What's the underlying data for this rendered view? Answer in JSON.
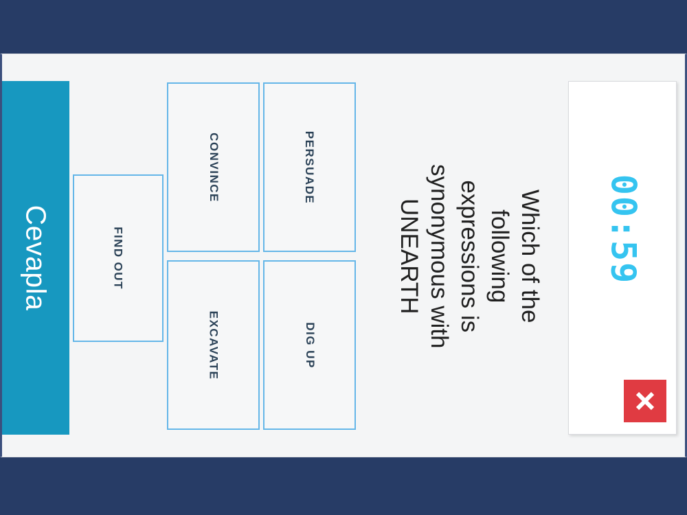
{
  "theme": {
    "backdrop": "#273c66",
    "panel_bg": "#f4f5f6",
    "accent_cyan": "#1798c0",
    "option_border": "#64b6e8",
    "option_text": "#2b4257",
    "timer_color": "#35c4f0",
    "close_button_color": "#e03b42"
  },
  "answer_bar": {
    "label": "Cevapla"
  },
  "hint_box": {
    "label": "FIND OUT"
  },
  "question": {
    "text": "Which of the following expressions is synonymous with UNEARTH"
  },
  "options": [
    {
      "label": "CONVINCE",
      "row": 0,
      "col": 0
    },
    {
      "label": "PERSUADE",
      "row": 0,
      "col": 1
    },
    {
      "label": "EXCAVATE",
      "row": 1,
      "col": 0
    },
    {
      "label": "DIG UP",
      "row": 1,
      "col": 1
    }
  ],
  "timer": {
    "value": "00:59"
  },
  "close_button": {
    "icon": "close-icon"
  }
}
